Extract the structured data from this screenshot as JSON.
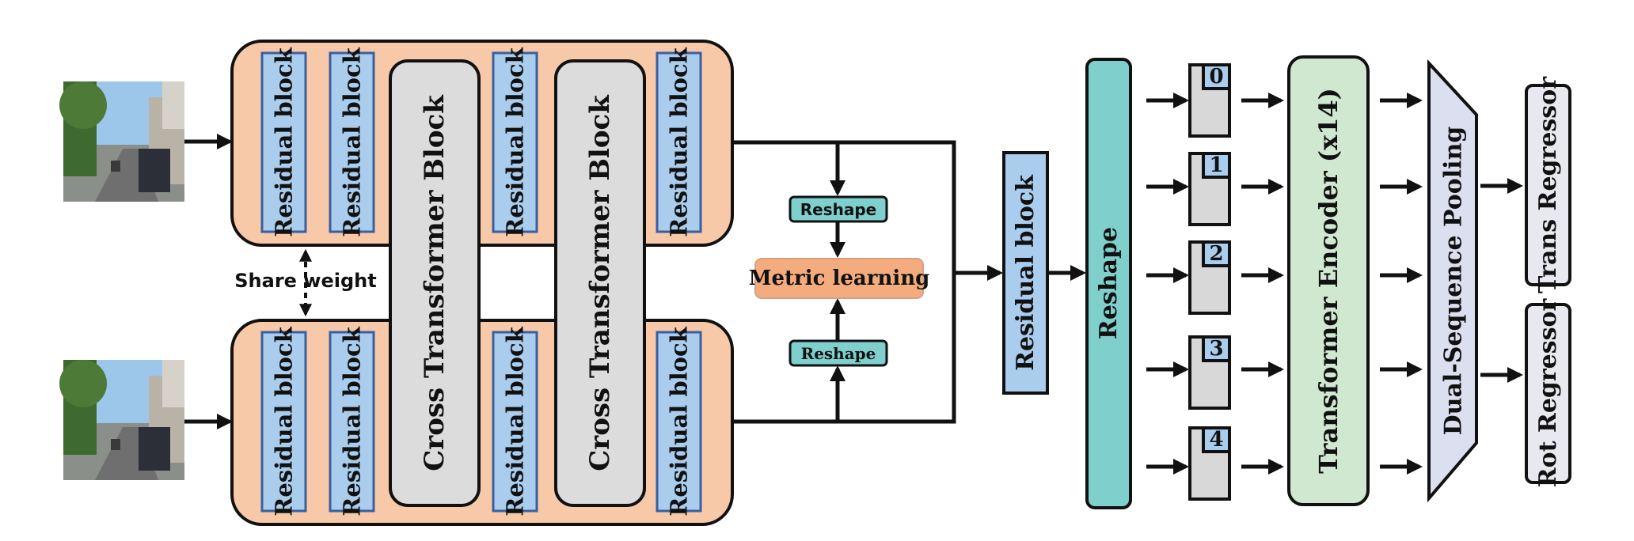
{
  "encoder_top": {
    "blocks": [
      "Residual block",
      "Residual block",
      "Residual block",
      "Residual block"
    ]
  },
  "encoder_bottom": {
    "blocks": [
      "Residual block",
      "Residual block",
      "Residual block",
      "Residual block"
    ]
  },
  "cross_blocks": [
    "Cross Transformer Block",
    "Cross Transformer Block"
  ],
  "share_weight": "Share weight",
  "reshape_top": "Reshape",
  "reshape_bottom": "Reshape",
  "metric_learning": "Metric learning",
  "residual_block_mid": "Residual block",
  "reshape_tall": "Reshape",
  "tokens": [
    "0",
    "1",
    "2",
    "3",
    "4"
  ],
  "transformer_encoder": "Transformer Encoder (x14)",
  "pooling": "Dual-Sequence Pooling",
  "trans_regressor": "Trans Regressor",
  "rot_regressor": "Rot Regressor",
  "colors": {
    "encoder_bg": "#f8c9a8",
    "residual": "#aacdee",
    "cross": "#dcdcdc",
    "reshape": "#7fcfcd",
    "metric": "#f4ab7d",
    "transformer": "#cfe8cf",
    "pooling": "#dcdff0",
    "regressor": "#e8e8f0",
    "token_head": "#aacdee",
    "token_body": "#d8d8d8"
  }
}
